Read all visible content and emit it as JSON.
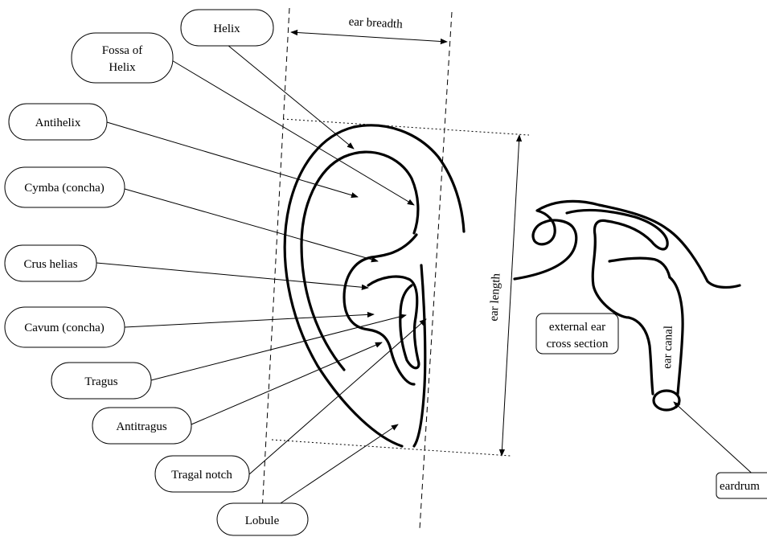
{
  "labels": {
    "helix": "Helix",
    "fossa_of_helix_line1": "Fossa of",
    "fossa_of_helix_line2": "Helix",
    "antihelix": "Antihelix",
    "cymba_concha": "Cymba (concha)",
    "crus_helias": "Crus helias",
    "cavum_concha": "Cavum (concha)",
    "tragus": "Tragus",
    "antitragus": "Antitragus",
    "tragal_notch": "Tragal notch",
    "lobule": "Lobule",
    "ear_breadth": "ear breadth",
    "ear_length": "ear length",
    "external_ear_line1": "external ear",
    "external_ear_line2": "cross section",
    "ear_canal": "ear canal",
    "eardrum": "eardrum"
  }
}
